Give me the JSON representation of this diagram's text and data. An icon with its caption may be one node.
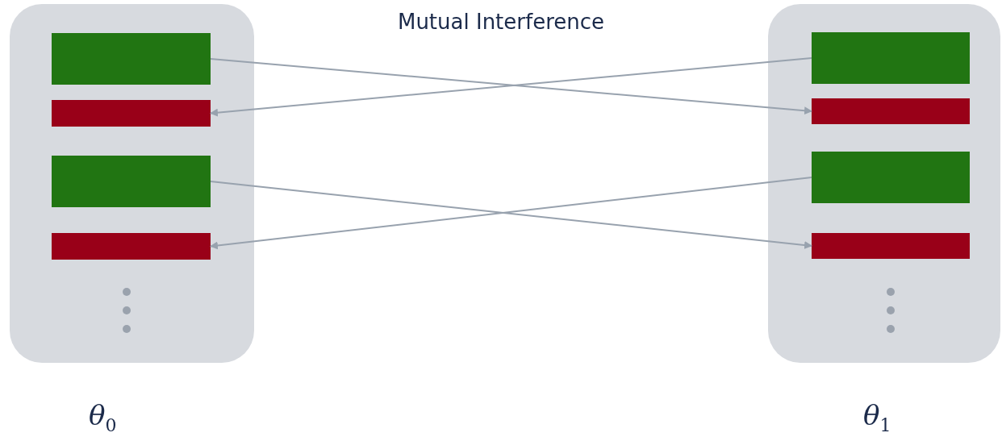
{
  "diagram": {
    "title": "Mutual Interference",
    "nodes": [
      {
        "text": [
          "θ$_{0}$"
        ]
      },
      {
        "text": [],
        "shape": "bar",
        "in": 0
      },
      {
        "text": [],
        "shape": "bar",
        "in": 0
      },
      {
        "text": [],
        "shape": "bar",
        "in": 0
      },
      {
        "text": [],
        "shape": "bar",
        "in": 0
      },
      {
        "text": [
          "θ$_{1}$"
        ]
      },
      {
        "text": [],
        "shape": "bar",
        "in": 5
      },
      {
        "text": [],
        "shape": "bar",
        "in": 5
      },
      {
        "text": [],
        "shape": "bar",
        "in": 5
      },
      {
        "text": [],
        "shape": "bar",
        "in": 5
      }
    ],
    "edges": [
      {
        "from": 1,
        "to": 7,
        "arrow": "to"
      },
      {
        "from": 6,
        "to": 2,
        "arrow": "to"
      },
      {
        "from": 3,
        "to": 9,
        "arrow": "to"
      },
      {
        "from": 8,
        "to": 4,
        "arrow": "to"
      }
    ]
  }
}
